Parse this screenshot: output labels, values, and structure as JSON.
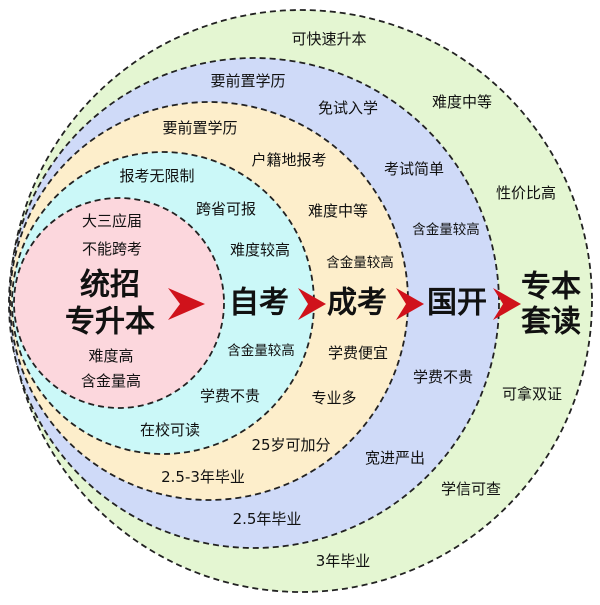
{
  "colors": {
    "outer": "#e4f6d2",
    "blue": "#cfdaf8",
    "yellow": "#fdeecb",
    "cyan": "#cbf8f8",
    "pink": "#fcd7dd",
    "arrow": "#d0121b"
  },
  "rings": {
    "tongzhao": {
      "title_line1": "统招",
      "title_line2": "专升本",
      "notes": [
        "大三应届",
        "不能跨考",
        "难度高",
        "含金量高"
      ]
    },
    "zikao": {
      "title": "自考",
      "notes": [
        "报考无限制",
        "跨省可报",
        "难度较高",
        "含金量较高",
        "学费不贵",
        "在校可读"
      ]
    },
    "chengkao": {
      "title": "成考",
      "notes": [
        "要前置学历",
        "户籍地报考",
        "难度中等",
        "含金量较高",
        "学费便宜",
        "专业多",
        "25岁可加分",
        "2.5-3年毕业"
      ]
    },
    "guokai": {
      "title": "国开",
      "notes": [
        "要前置学历",
        "免试入学",
        "考试简单",
        "含金量较高",
        "学费不贵",
        "宽进严出",
        "2.5年毕业"
      ]
    },
    "zhuanben": {
      "title_line1": "专本",
      "title_line2": "套读",
      "notes": [
        "可快速升本",
        "难度中等",
        "性价比高",
        "可拿双证",
        "学信可查",
        "3年毕业"
      ]
    }
  }
}
